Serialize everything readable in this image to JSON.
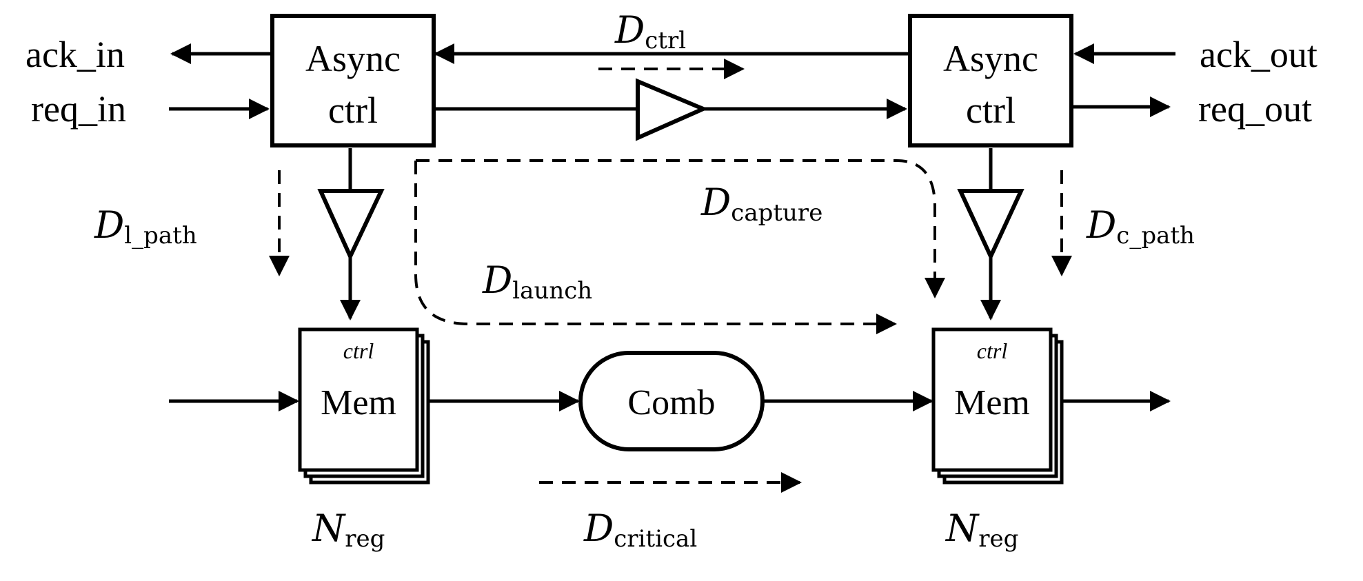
{
  "ports": {
    "ack_in": "ack_in",
    "req_in": "req_in",
    "ack_out": "ack_out",
    "req_out": "req_out"
  },
  "async_left": {
    "line1": "Async",
    "line2": "ctrl"
  },
  "async_right": {
    "line1": "Async",
    "line2": "ctrl"
  },
  "mem_left": {
    "ctrl": "ctrl",
    "label": "Mem"
  },
  "mem_right": {
    "ctrl": "ctrl",
    "label": "Mem"
  },
  "comb": {
    "label": "Comb"
  },
  "delays": {
    "ctrl": {
      "sym": "D",
      "sub": "ctrl"
    },
    "capture": {
      "sym": "D",
      "sub": "capture"
    },
    "launch": {
      "sym": "D",
      "sub": "launch"
    },
    "l_path": {
      "sym": "D",
      "sub": "l_path"
    },
    "c_path": {
      "sym": "D",
      "sub": "c_path"
    },
    "critical": {
      "sym": "D",
      "sub": "critical"
    }
  },
  "nreg_left": {
    "sym": "N",
    "sub": "reg"
  },
  "nreg_right": {
    "sym": "N",
    "sub": "reg"
  }
}
